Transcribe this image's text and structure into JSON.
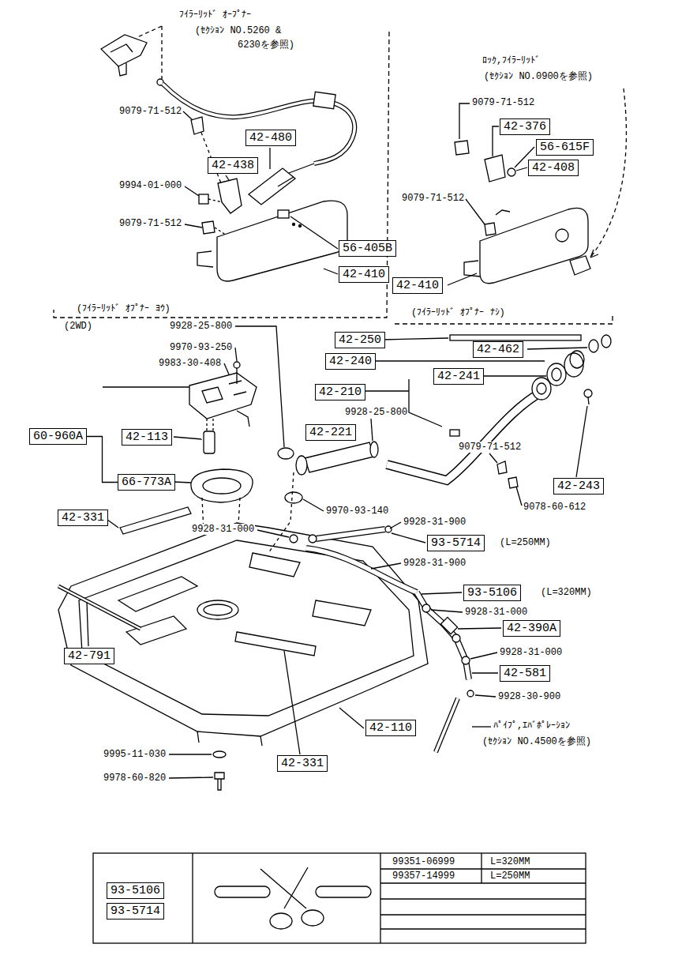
{
  "diagram": {
    "nodes": [
      {
        "text": [
          "42-480"
        ]
      },
      {
        "text": [
          "42-438"
        ]
      },
      {
        "text": [
          "56-405B"
        ]
      },
      {
        "text": [
          "42-410"
        ]
      },
      {
        "text": [
          "42-376"
        ]
      },
      {
        "text": [
          "56-615F"
        ]
      },
      {
        "text": [
          "42-408"
        ]
      },
      {
        "text": [
          "42-410"
        ]
      },
      {
        "text": [
          "42-250"
        ]
      },
      {
        "text": [
          "42-462"
        ]
      },
      {
        "text": [
          "42-240"
        ]
      },
      {
        "text": [
          "42-241"
        ]
      },
      {
        "text": [
          "42-210"
        ]
      },
      {
        "text": [
          "60-960A"
        ]
      },
      {
        "text": [
          "42-113"
        ]
      },
      {
        "text": [
          "42-221"
        ]
      },
      {
        "text": [
          "42-243"
        ]
      },
      {
        "text": [
          "66-773A"
        ]
      },
      {
        "text": [
          "42-331"
        ]
      },
      {
        "text": [
          "93-5714"
        ]
      },
      {
        "text": [
          "93-5106"
        ]
      },
      {
        "text": [
          "42-390A"
        ]
      },
      {
        "text": [
          "42-581"
        ]
      },
      {
        "text": [
          "42-791"
        ]
      },
      {
        "text": [
          "42-110"
        ]
      },
      {
        "text": [
          "42-331"
        ]
      },
      {
        "text": [
          "93-5106"
        ]
      },
      {
        "text": [
          "93-5714"
        ]
      }
    ],
    "edges": [
      {
        "from": 13,
        "to": 17,
        "arrow": "none"
      }
    ],
    "labels": [
      "ﾌｲﾗｰﾘｯﾄﾞ ｵｰﾌﾟﾅｰ",
      "(ｾｸｼｮﾝ NO.5260 &",
      "6230を参照)",
      "9079-71-512",
      "9994-01-000",
      "9079-71-512",
      "ﾛｯｸ,ﾌｲﾗｰﾘｯﾄﾞ",
      "(ｾｸｼｮﾝ NO.0900を参照)",
      "9079-71-512",
      "9079-71-512",
      "(ﾌｲﾗｰﾘｯﾄﾞ ｵﾌﾟﾅｰ ﾖｳ)",
      "(ﾌｲﾗｰﾘｯﾄﾞ ｵﾌﾟﾅｰ ﾅｼ)",
      "(2WD)",
      "9928-25-800",
      "9970-93-250",
      "9983-30-408",
      "9928-25-800",
      "9079-71-512",
      "9970-93-140",
      "9078-60-612",
      "9928-31-000",
      "9928-31-900",
      "(L=250MM)",
      "9928-31-900",
      "(L=320MM)",
      "9928-31-000",
      "9928-31-000",
      "9928-30-900",
      "ﾊﾟｲﾌﾟ,ｴﾊﾞﾎﾟﾚｰｼｮﾝ",
      "(ｾｸｼｮﾝ NO.4500を参照)",
      "9995-11-030",
      "9978-60-820",
      "99351-06999",
      "L=320MM",
      "99357-14999",
      "L=250MM"
    ]
  }
}
